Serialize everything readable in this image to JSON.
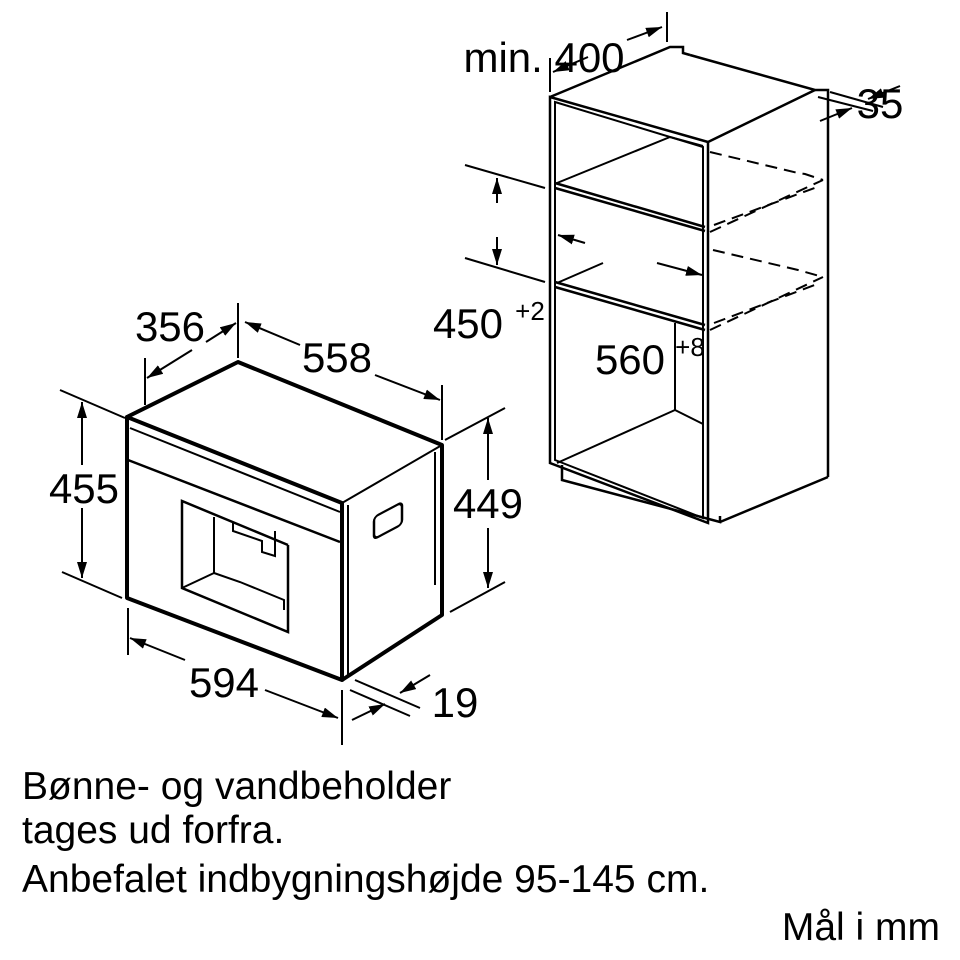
{
  "dimensions": {
    "appliance_depth": "356",
    "appliance_width_depth_side": "558",
    "appliance_height_front": "455",
    "appliance_height_body": "449",
    "appliance_width_front": "594",
    "front_panel_thickness": "19",
    "cabinet_min_depth": "min. 400",
    "cabinet_back_gap": "35",
    "niche_height": "450",
    "niche_height_tolerance": "+2",
    "niche_width": "560",
    "niche_width_tolerance": "+8"
  },
  "notes": [
    "Bønne- og vandbeholder",
    "tages ud forfra.",
    "Anbefalet indbygningshøjde 95-145 cm."
  ],
  "unit_label": "Mål i mm"
}
